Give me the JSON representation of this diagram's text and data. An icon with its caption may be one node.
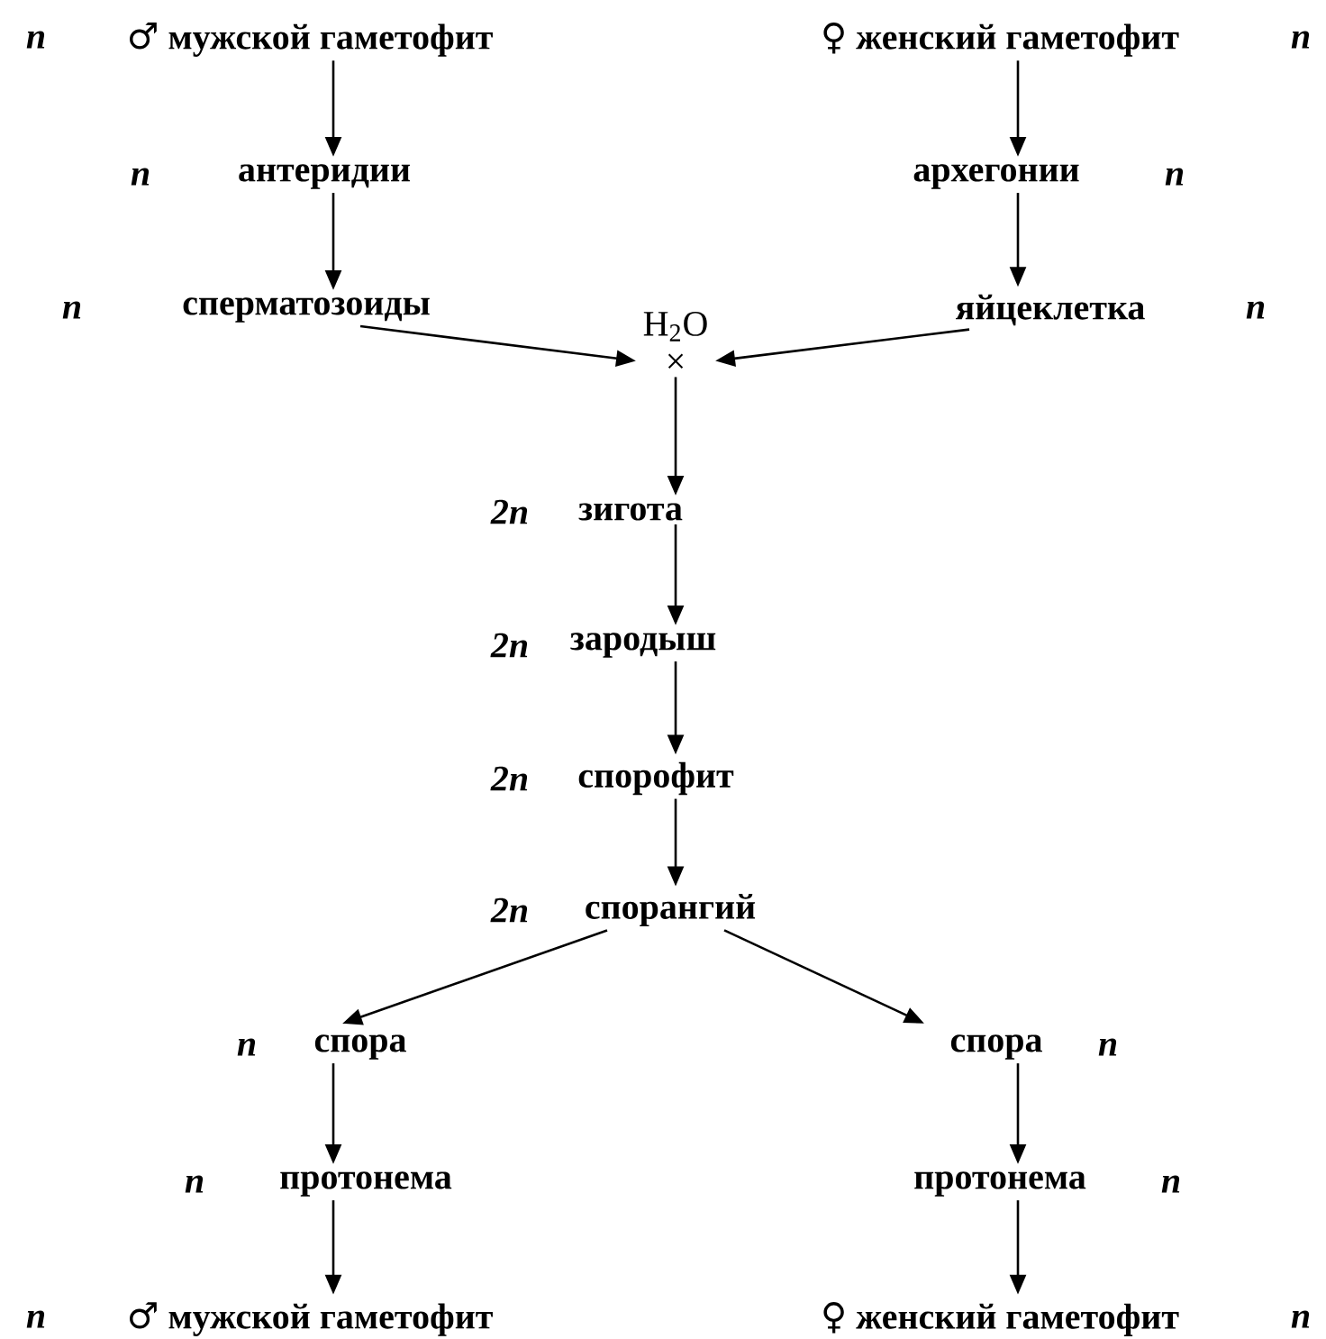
{
  "diagram": {
    "nodes": [
      {
        "text": [
          "♂ мужской гаметофит"
        ],
        "beside": [
          "n"
        ]
      },
      {
        "text": [
          "♀ женский гаметофит"
        ],
        "beside": [
          "n"
        ]
      },
      {
        "text": [
          "антеридии"
        ],
        "beside": [
          "n"
        ]
      },
      {
        "text": [
          "архегонии"
        ],
        "beside": [
          "n"
        ]
      },
      {
        "text": [
          "сперматозоиды"
        ],
        "beside": [
          "n"
        ]
      },
      {
        "text": [
          "яйцеклетка"
        ],
        "beside": [
          "n"
        ]
      },
      {
        "text": [
          "H$_{2}$O",
          "×"
        ]
      },
      {
        "text": [
          "зигота"
        ],
        "beside": [
          "2n"
        ]
      },
      {
        "text": [
          "зародыш"
        ],
        "beside": [
          "2n"
        ]
      },
      {
        "text": [
          "спорофит"
        ],
        "beside": [
          "2n"
        ]
      },
      {
        "text": [
          "спорангий"
        ],
        "beside": [
          "2n"
        ]
      },
      {
        "text": [
          "спора"
        ],
        "beside": [
          "n"
        ]
      },
      {
        "text": [
          "спора"
        ],
        "beside": [
          "n"
        ]
      },
      {
        "text": [
          "протонема"
        ],
        "beside": [
          "n"
        ]
      },
      {
        "text": [
          "протонема"
        ],
        "beside": [
          "n"
        ]
      },
      {
        "text": [
          "♂ мужской гаметофит"
        ],
        "beside": [
          "n"
        ]
      },
      {
        "text": [
          "♀ женский гаметофит"
        ],
        "beside": [
          "n"
        ]
      }
    ],
    "edges": [
      {
        "from": 0,
        "to": 2,
        "arrow": "to"
      },
      {
        "from": 1,
        "to": 3,
        "arrow": "to"
      },
      {
        "from": 2,
        "to": 4,
        "arrow": "to"
      },
      {
        "from": 3,
        "to": 5,
        "arrow": "to"
      },
      {
        "from": 4,
        "to": 6,
        "arrow": "to"
      },
      {
        "from": 5,
        "to": 6,
        "arrow": "to"
      },
      {
        "from": 6,
        "to": 7,
        "arrow": "to"
      },
      {
        "from": 7,
        "to": 8,
        "arrow": "to"
      },
      {
        "from": 8,
        "to": 9,
        "arrow": "to"
      },
      {
        "from": 9,
        "to": 10,
        "arrow": "to"
      },
      {
        "from": 10,
        "to": 11,
        "arrow": "to"
      },
      {
        "from": 10,
        "to": 12,
        "arrow": "to"
      },
      {
        "from": 11,
        "to": 13,
        "arrow": "to"
      },
      {
        "from": 12,
        "to": 14,
        "arrow": "to"
      },
      {
        "from": 13,
        "to": 15,
        "arrow": "to"
      },
      {
        "from": 14,
        "to": 16,
        "arrow": "to"
      }
    ]
  }
}
